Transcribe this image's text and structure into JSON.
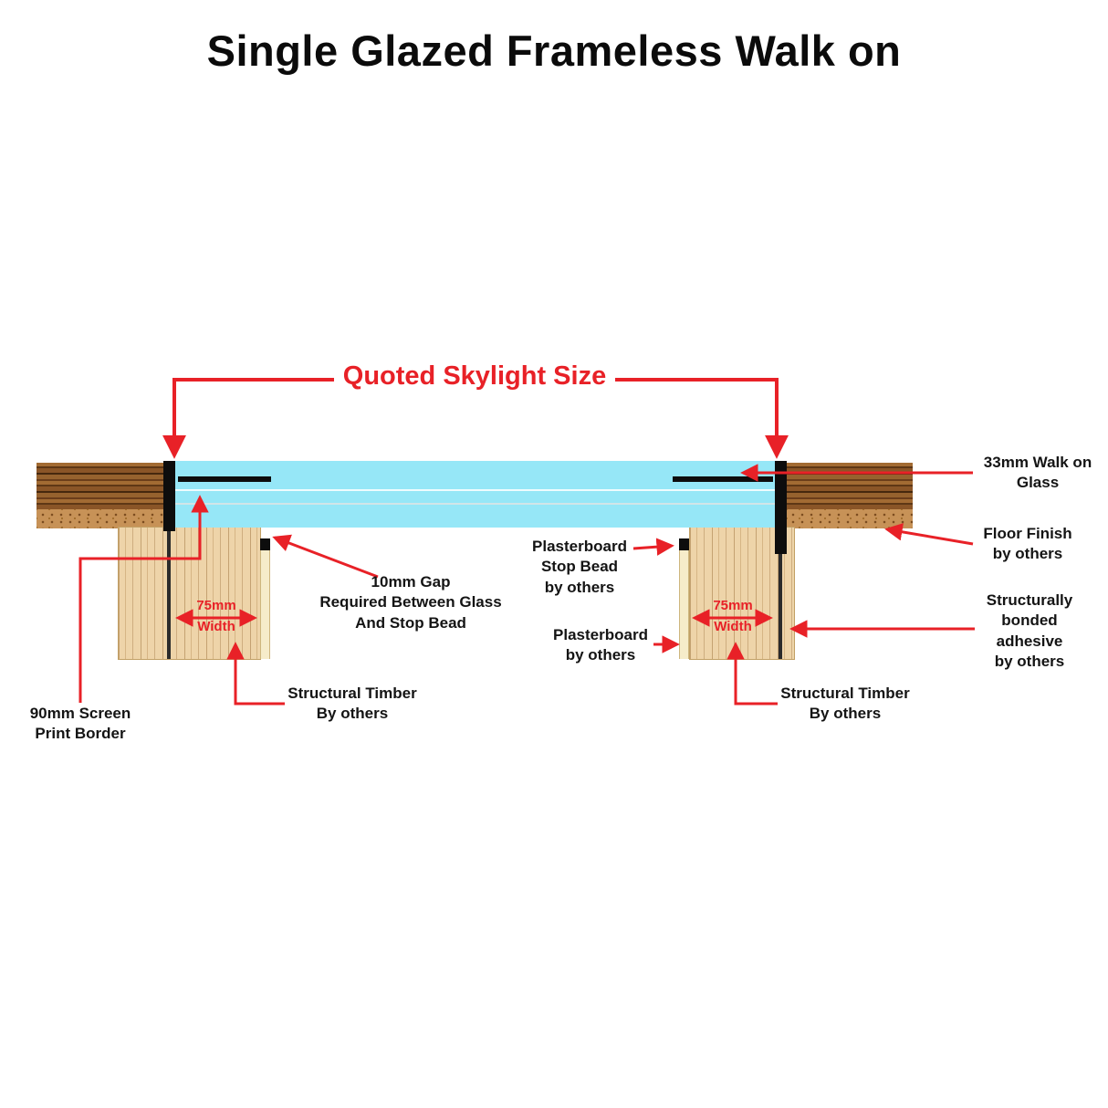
{
  "title": "Single Glazed Frameless Walk on",
  "labels": {
    "quoted_skylight_size": "Quoted Skylight Size",
    "walk_on_glass": "33mm Walk on\nGlass",
    "floor_finish": "Floor Finish\nby others",
    "bonded_adhesive": "Structurally\nbonded\nadhesive\nby others",
    "plasterboard_stop_bead": "Plasterboard\nStop Bead\nby others",
    "plasterboard": "Plasterboard\nby others",
    "gap_10mm": "10mm Gap\nRequired Between Glass\nAnd Stop Bead",
    "screen_print_border": "90mm Screen\nPrint Border",
    "structural_timber_left": "Structural Timber\nBy others",
    "structural_timber_right": "Structural Timber\nBy others",
    "width_left": "75mm\nWidth",
    "width_right": "75mm\nWidth"
  },
  "colors": {
    "annotation_red": "#e82127",
    "glass_cyan": "#96e7f7",
    "seal_black": "#0d0d0d",
    "timber": "#eed4a9",
    "plasterboard": "#f6ecca",
    "floor_wood": "#8a5527",
    "floor_underlay": "#c79257"
  }
}
